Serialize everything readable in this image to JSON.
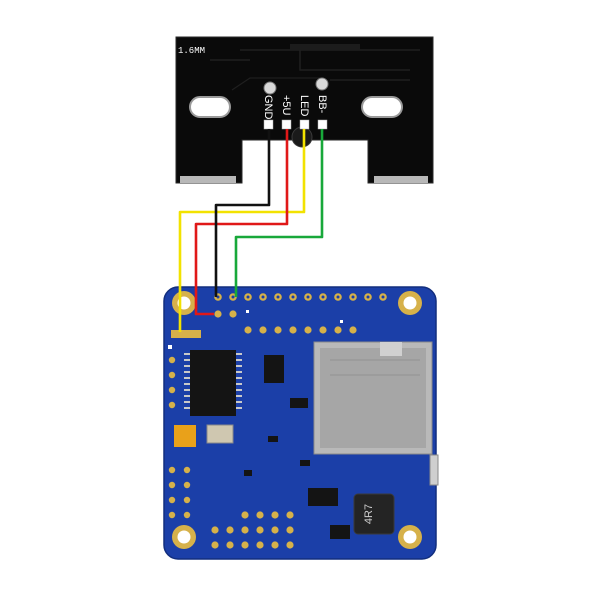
{
  "led_board": {
    "thickness_label": "1.6MM",
    "pads": [
      {
        "label": "GND"
      },
      {
        "label": "+5U"
      },
      {
        "label": "LED"
      },
      {
        "label": "BB-"
      }
    ]
  },
  "wires": [
    {
      "name": "yellow",
      "color": "#f2e200"
    },
    {
      "name": "red",
      "color": "#e01818"
    },
    {
      "name": "black",
      "color": "#111111"
    },
    {
      "name": "green",
      "color": "#18a83a"
    }
  ],
  "flight_controller": {
    "inductor_marking": "4R7",
    "board_color": "#1b3fa8"
  }
}
